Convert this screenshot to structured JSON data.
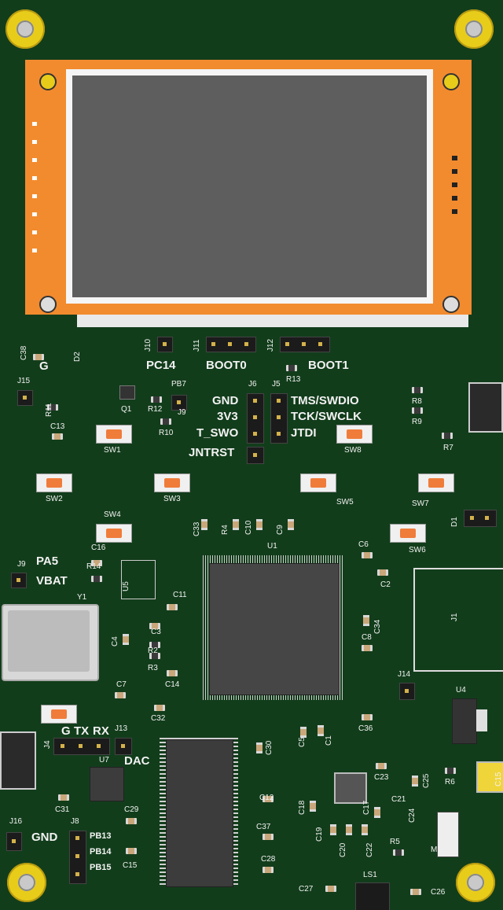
{
  "board": {
    "color": "#123d1b",
    "silk_color": "#f2f2f2",
    "display_frame_color": "#f28b2e",
    "display_glass_color": "#5e5e5e"
  },
  "labels": {
    "pc14": "PC14",
    "boot0": "BOOT0",
    "boot1": "BOOT1",
    "gnd_top": "GND",
    "v3": "3V3",
    "t_swo": "T_SWO",
    "jntrst": "JNTRST",
    "tms": "TMS/SWDIO",
    "tck": "TCK/SWCLK",
    "jtdi": "JTDI",
    "pa5": "PA5",
    "vbat": "VBAT",
    "g": "G",
    "tx": "TX",
    "rx": "RX",
    "dac": "DAC",
    "gnd_bot": "GND",
    "pb13": "PB13",
    "pb14": "PB14",
    "pb15": "PB15"
  },
  "refs": {
    "J10": "J10",
    "J11": "J11",
    "J12": "J12",
    "C38": "C38",
    "D2": "D2",
    "G": "G",
    "J15": "J15",
    "R11": "R11",
    "Q1": "Q1",
    "R12": "R12",
    "PB7": "PB7",
    "J9a": "J9",
    "R10": "R10",
    "J6": "J6",
    "J5": "J5",
    "R13": "R13",
    "R8": "R8",
    "R9": "R9",
    "R7": "R7",
    "C13": "C13",
    "SW1": "SW1",
    "SW8": "SW8",
    "SW2": "SW2",
    "SW3": "SW3",
    "SW5": "SW5",
    "SW7": "SW7",
    "SW4": "SW4",
    "SW6": "SW6",
    "D1": "D1",
    "C33": "C33",
    "R4": "R4",
    "C10": "C10",
    "C9": "C9",
    "U1": "U1",
    "C6": "C6",
    "C16": "C16",
    "R14": "R14",
    "U5": "U5",
    "C2": "C2",
    "J9b": "J9",
    "Y1": "Y1",
    "C11": "C11",
    "J1": "J1",
    "C34": "C34",
    "C4": "C4",
    "C3": "C3",
    "R2": "R2",
    "C8": "C8",
    "R3": "R3",
    "C14": "C14",
    "J14": "J14",
    "C7": "C7",
    "U4": "U4",
    "C32": "C32",
    "C36": "C36",
    "J13": "J13",
    "J4": "J4",
    "C5": "C5",
    "C1": "C1",
    "C30": "C30",
    "U7": "U7",
    "C23": "C23",
    "C25": "C25",
    "R6": "R6",
    "C31": "C31",
    "C12": "C12",
    "C21": "C21",
    "C29": "C29",
    "C18": "C18",
    "C17": "C17",
    "C24": "C24",
    "J16": "J16",
    "J8": "J8",
    "C37": "C37",
    "C19": "C19",
    "C20": "C20",
    "C22": "C22",
    "R5": "R5",
    "C15": "C15",
    "C28": "C28",
    "C27": "C27",
    "LS1": "LS1",
    "C26": "C26",
    "M1": "M1",
    "C15r": "C15"
  }
}
